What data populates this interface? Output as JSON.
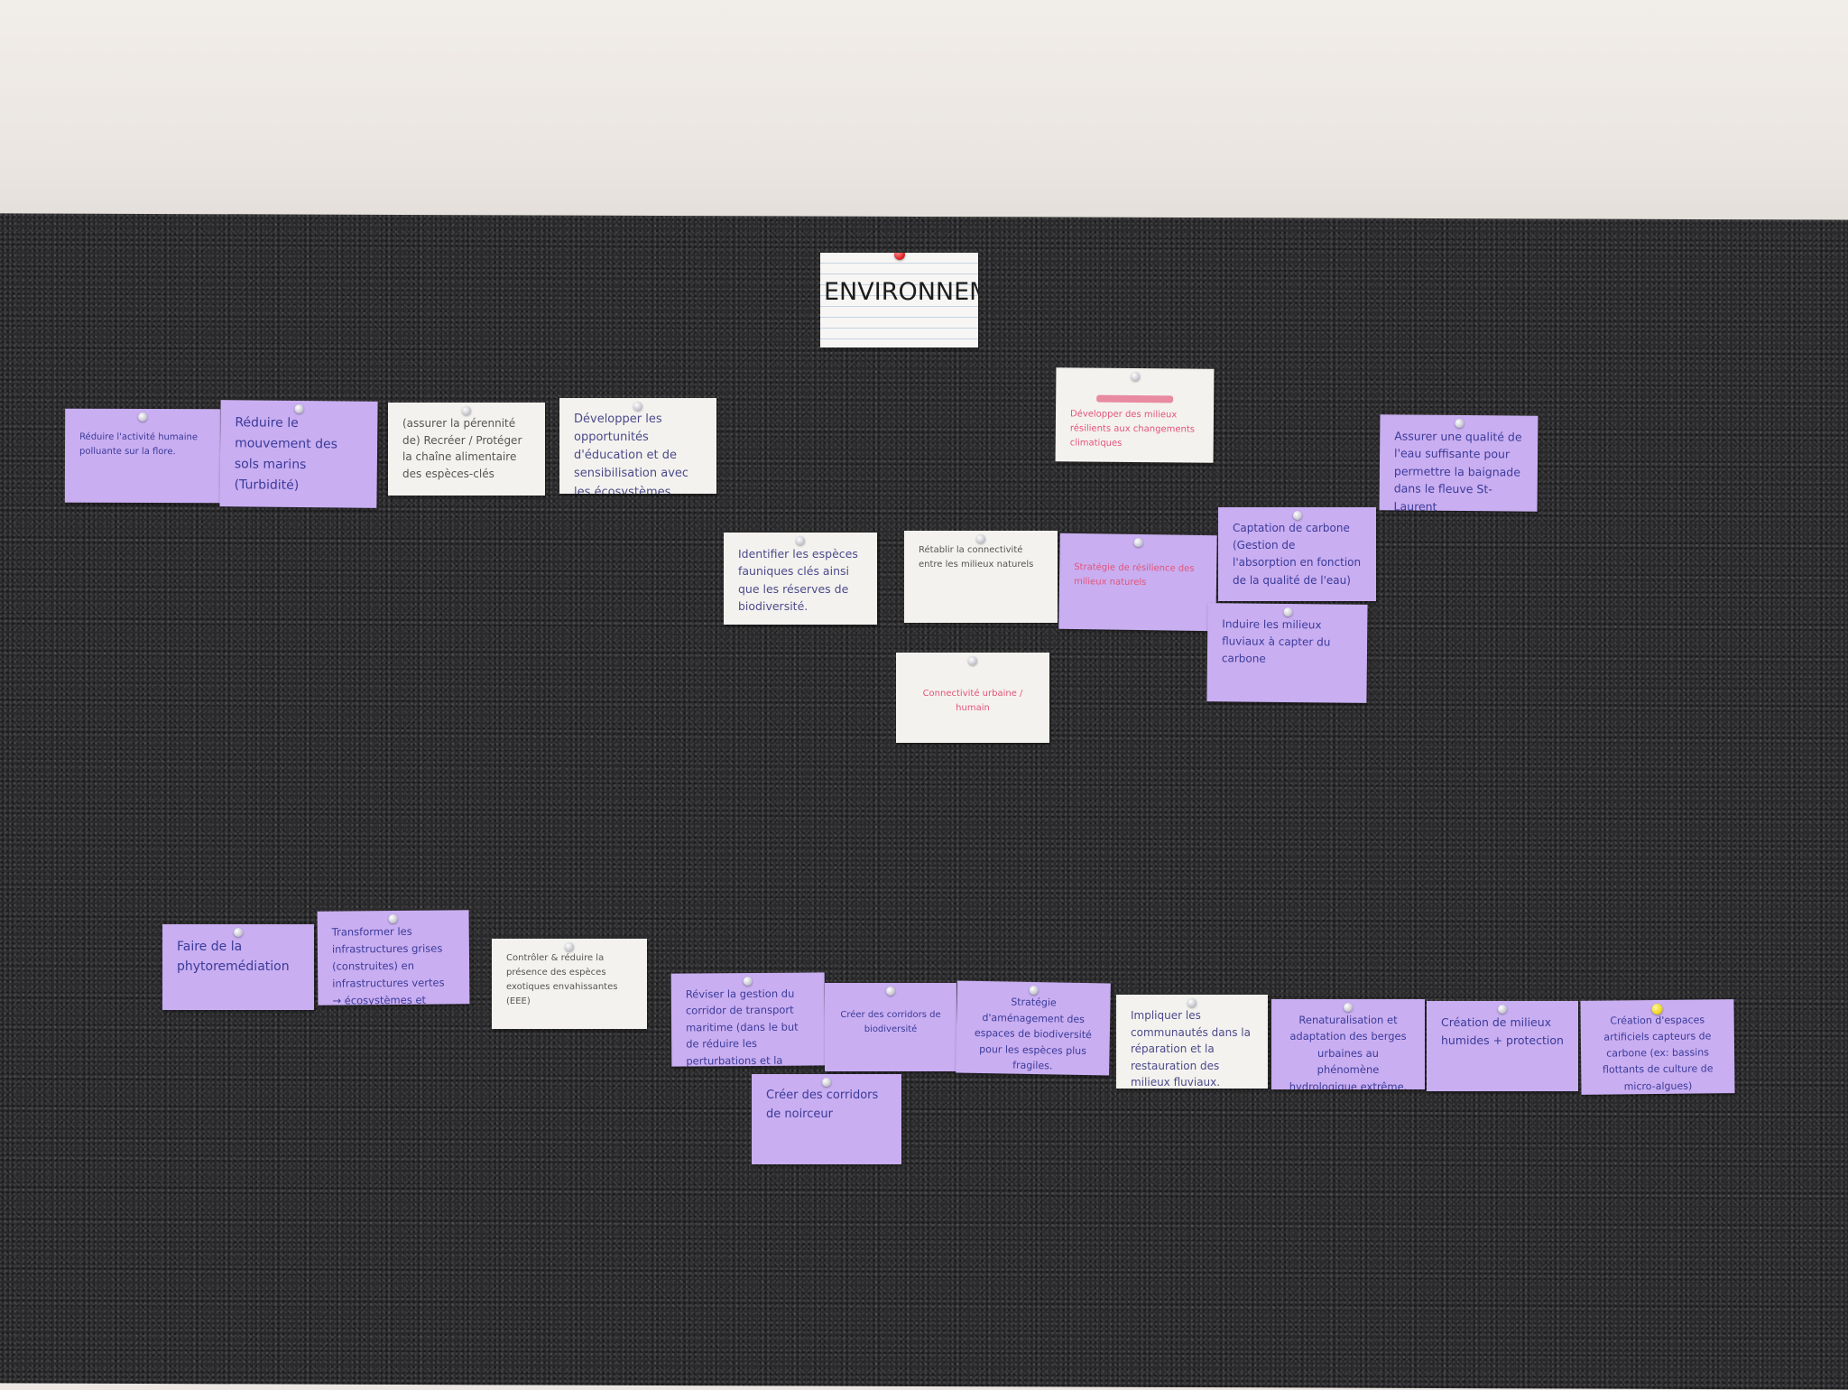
{
  "board": {
    "title": "ENVIRONNEMENT",
    "colors": {
      "purple_card": "#c9aef1",
      "white_card": "#f4f2ee",
      "blue_ink": "#3b3b9a",
      "pink_ink": "#e2557a",
      "board": "#2a2a2c"
    }
  },
  "cards": [
    {
      "text": "Réduire l'activité humaine polluante sur la flore."
    },
    {
      "text": "Réduire le mouvement des sols marins (Turbidité)"
    },
    {
      "text": "(assurer la pérennité de) Recréer / Protéger la chaîne alimentaire des espèces-clés"
    },
    {
      "text": "Développer les opportunités d'éducation et de sensibilisation avec les écosystèmes fluviaux."
    },
    {
      "text": "Développer des milieux résilients aux changements climatiques"
    },
    {
      "text": "Assurer une qualité de l'eau suffisante pour permettre la baignade dans le fleuve St-Laurent"
    },
    {
      "text": "Identifier les espèces fauniques clés ainsi que les réserves de biodiversité."
    },
    {
      "text": "Rétablir la connectivité entre les milieux naturels"
    },
    {
      "text": "Stratégie de résilience des milieux naturels"
    },
    {
      "text": "Captation de carbone (Gestion de l'absorption en fonction de la qualité de l'eau)"
    },
    {
      "text": "Induire les milieux fluviaux à capter du carbone"
    },
    {
      "text": "Connectivité urbaine / humain"
    },
    {
      "text": "Faire de la phytoremédiation"
    },
    {
      "text": "Transformer les infrastructures grises (construites) en infrastructures vertes → écosystèmes et milieux"
    },
    {
      "text": "Contrôler & réduire la présence des espèces exotiques envahissantes (EEE)"
    },
    {
      "text": "Réviser la gestion du corridor de transport maritime (dans le but de réduire les perturbations et la turbidité)"
    },
    {
      "text": "Créer des corridors de biodiversité"
    },
    {
      "text": "Créer des corridors de noirceur"
    },
    {
      "text": "Stratégie d'aménagement des espaces de biodiversité pour les espèces plus fragiles."
    },
    {
      "text": "Impliquer les communautés dans la réparation et la restauration des milieux fluviaux."
    },
    {
      "text": "Renaturalisation et adaptation des berges urbaines au phénomène hydrologique extrême."
    },
    {
      "text": "Création de milieux humides + protection"
    },
    {
      "text": "Création d'espaces artificiels capteurs de carbone (ex: bassins flottants de culture de micro-algues)"
    }
  ]
}
